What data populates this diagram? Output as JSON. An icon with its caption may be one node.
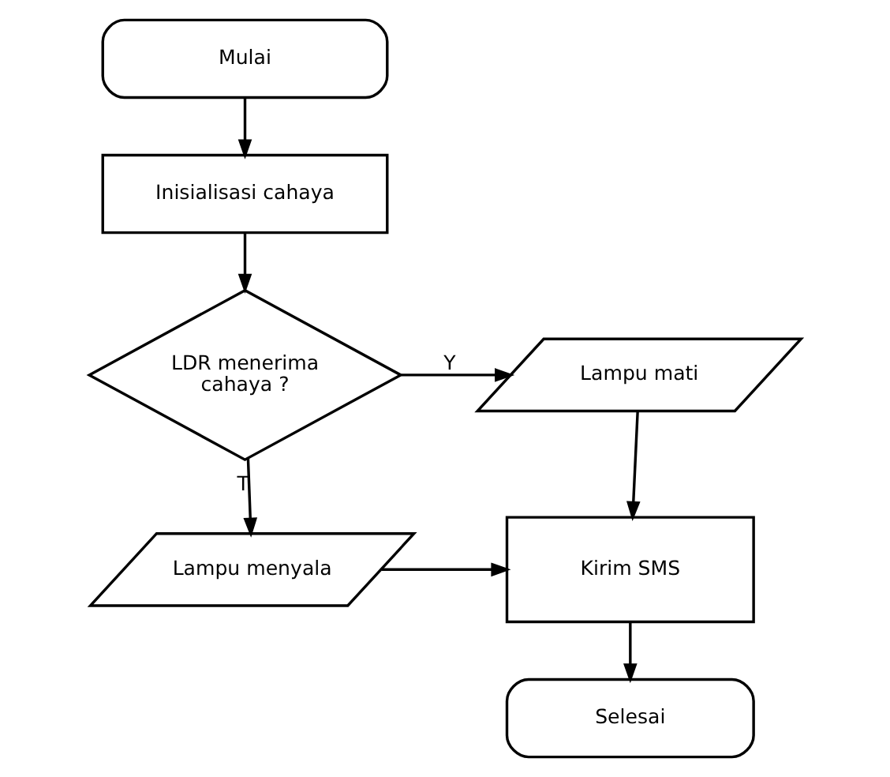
{
  "diagram": {
    "nodes": [
      {
        "text": [
          "Mulai"
        ]
      },
      {
        "text": [
          "Inisialisasi cahaya"
        ]
      },
      {
        "text": [
          "LDR menerima cahaya ?"
        ]
      },
      {
        "text": [
          "Lampu mati"
        ]
      },
      {
        "text": [
          "Lampu menyala"
        ]
      },
      {
        "text": [
          "Kirim SMS"
        ]
      },
      {
        "text": [
          "Selesai"
        ]
      }
    ],
    "edges": [
      {
        "from": 0,
        "to": 1,
        "arrow": "to"
      },
      {
        "from": 1,
        "to": 2,
        "arrow": "to"
      },
      {
        "from": 2,
        "to": 3,
        "arrow": "to",
        "label": "Y"
      },
      {
        "from": 2,
        "to": 4,
        "arrow": "to",
        "label": "T"
      },
      {
        "from": 3,
        "to": 5,
        "arrow": "to"
      },
      {
        "from": 4,
        "to": 5,
        "arrow": "to"
      },
      {
        "from": 5,
        "to": 6,
        "arrow": "to"
      }
    ]
  }
}
